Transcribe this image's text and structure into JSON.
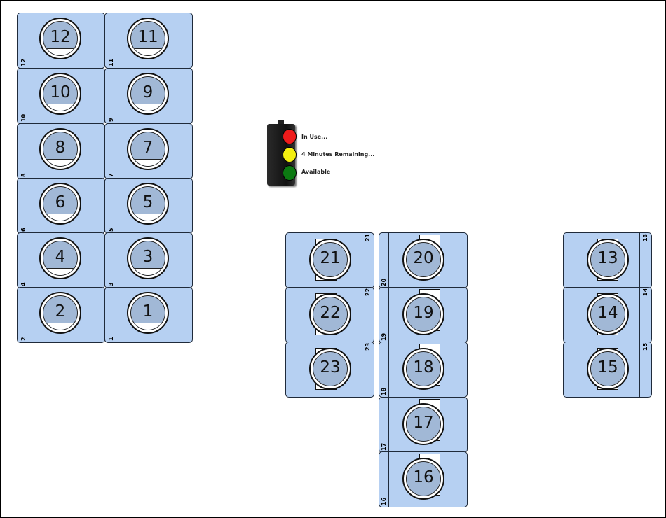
{
  "legend": {
    "in_use": "In Use...",
    "remaining": "4 Minutes Remaining...",
    "available": "Available",
    "colors": {
      "red": "#ee1b1b",
      "yellow": "#f3ef10",
      "green": "#0c7a12"
    }
  },
  "units": {
    "u1": "1",
    "u2": "2",
    "u3": "3",
    "u4": "4",
    "u5": "5",
    "u6": "6",
    "u7": "7",
    "u8": "8",
    "u9": "9",
    "u10": "10",
    "u11": "11",
    "u12": "12",
    "u13": "13",
    "u14": "14",
    "u15": "15",
    "u16": "16",
    "u17": "17",
    "u18": "18",
    "u19": "19",
    "u20": "20",
    "u21": "21",
    "u22": "22",
    "u23": "23"
  }
}
